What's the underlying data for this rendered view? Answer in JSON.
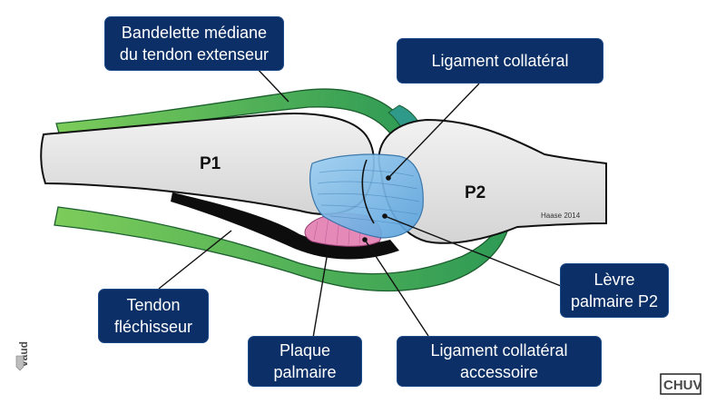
{
  "labels": {
    "extensor": "Bandelette médiane\ndu tendon extenseur",
    "collateral": "Ligament collatéral",
    "volar_lip": "Lèvre\npalmaire P2",
    "flexor": "Tendon\nfléchisseur",
    "volar_plate": "Plaque\npalmaire",
    "accessory": "Ligament collatéral\naccessoire"
  },
  "bones": {
    "p1": "P1",
    "p2": "P2"
  },
  "credit": "Haase 2014",
  "logos": {
    "left": "vaud",
    "right": "CHUV"
  },
  "colors": {
    "label_bg": "#0b2f66",
    "tendon_green": "#4caf50",
    "bone_gray": "#e3e3e3",
    "ligament_blue": "#7ab8e6",
    "volar_plate_pink": "#e07ab0"
  }
}
